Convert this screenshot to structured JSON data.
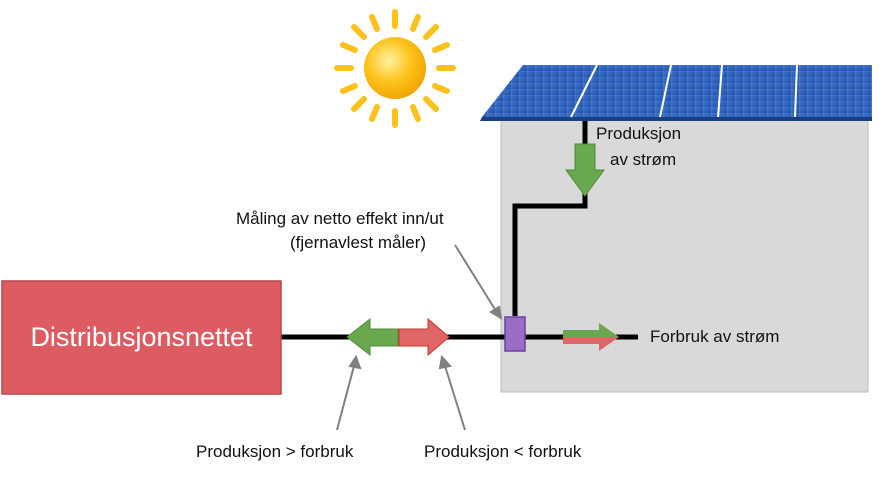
{
  "diagram": {
    "grid_label": "Distribusjonsnettet",
    "production_label_line1": "Produksjon",
    "production_label_line2": "av strøm",
    "meter_label_line1": "Måling av netto effekt inn/ut",
    "meter_label_line2": "(fjernavlest måler)",
    "consumption_label": "Forbruk av strøm",
    "export_label": "Produksjon > forbruk",
    "import_label": "Produksjon < forbruk"
  },
  "colors": {
    "grid_box": "#dc5c62",
    "grid_box_border": "#b8474e",
    "house": "#d9d9d9",
    "house_border": "#bdbdbd",
    "wire": "#000000",
    "green_arrow": "#6aa84f",
    "red_arrow": "#e06666",
    "meter": "#9b6dc6",
    "panel": "#2e5fb8",
    "sun": "#fcc21b"
  },
  "icons": [
    "sun-icon",
    "solar-panel-icon",
    "meter-icon"
  ]
}
